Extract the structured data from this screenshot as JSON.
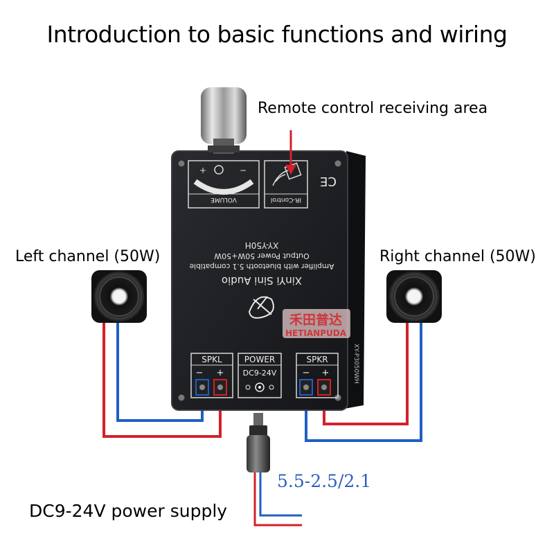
{
  "title": "Introduction to basic functions and wiring",
  "labels": {
    "remote": "Remote control receiving area",
    "left_channel": "Left channel (50W)",
    "right_channel": "Right channel (50W)",
    "plug_size": "5.5-2.5/2.1",
    "power_supply": "DC9-24V power supply"
  },
  "board": {
    "volume": "VOLUME",
    "ir_control": "IR-Control",
    "ce_mark": "CE",
    "brand": "XinYi Sini Audio",
    "line1": "Amplifier with bluetooth 5.1 compatible",
    "line2": "Output Power 50W+50W",
    "model": "XY-Y50H",
    "side_code": "XY-P3050WH",
    "spkl": "SPKL",
    "power": "POWER",
    "dc": "DC9-24V",
    "spkr": "SPKR",
    "minus": "−",
    "plus": "+"
  },
  "watermark": {
    "cn": "禾田普达",
    "en": "HETIANPUDA"
  },
  "colors": {
    "wire_red": "#d4202a",
    "wire_blue": "#1f5fc4",
    "board": "#1c1d20",
    "watermark": "#e0393e"
  }
}
